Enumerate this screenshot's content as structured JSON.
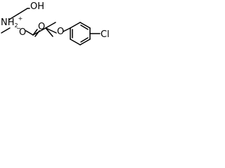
{
  "molecule": {
    "amine": {
      "hydroxyl_label": "OH",
      "nitrogen_label": "NH",
      "hydrogen_subscript": "2",
      "nitrogen_charge": "+"
    },
    "acid": {
      "carboxylate_oxygen_label": "O",
      "carbonyl_oxygen_label": "O",
      "carboxylate_charge": "−",
      "ether_oxygen_label": "O",
      "halogen_label": "Cl"
    }
  }
}
